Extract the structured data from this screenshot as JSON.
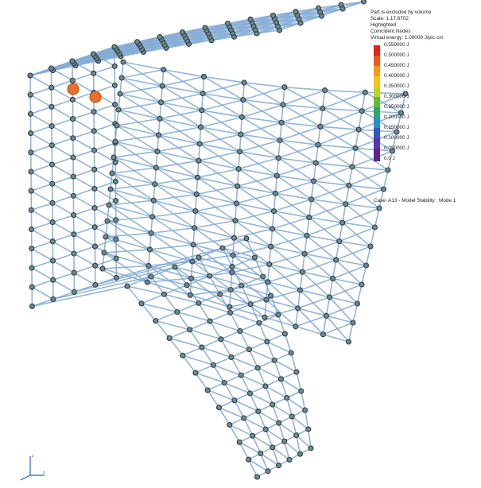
{
  "legend": {
    "title": "Part is excluded by volume",
    "scale": "Scale: 1.17.6702",
    "highlighted": "Highlighted",
    "coincident": "Coincident Nodes",
    "virtual_energy": "Virtual energy: 1.00009 J/pic·cm",
    "levels": [
      {
        "label": "0.550000 J",
        "color": "#e8201c"
      },
      {
        "label": "0.500000 J",
        "color": "#f2561a"
      },
      {
        "label": "0.450000 J",
        "color": "#f79a16"
      },
      {
        "label": "0.400000 J",
        "color": "#f7c519"
      },
      {
        "label": "0.350000 J",
        "color": "#bfd41f"
      },
      {
        "label": "0.300000 J",
        "color": "#5dbe32"
      },
      {
        "label": "0.250000 J",
        "color": "#2ba86a"
      },
      {
        "label": "0.200000 J",
        "color": "#2a8fc4"
      },
      {
        "label": "0.150000 J",
        "color": "#3555c9"
      },
      {
        "label": "0.100000 J",
        "color": "#5a34b0"
      },
      {
        "label": "0.050000 J",
        "color": "#5b2590"
      },
      {
        "label": "0.0 J",
        "color": "#3a1b6e"
      }
    ],
    "footer": "Case: A13 - Model Stability : Mode 1"
  },
  "colors": {
    "mesh": "#7fa8d4",
    "node": "#2f3c44",
    "node_fill": "#6f8a8a",
    "highlight": "#e8702a"
  }
}
